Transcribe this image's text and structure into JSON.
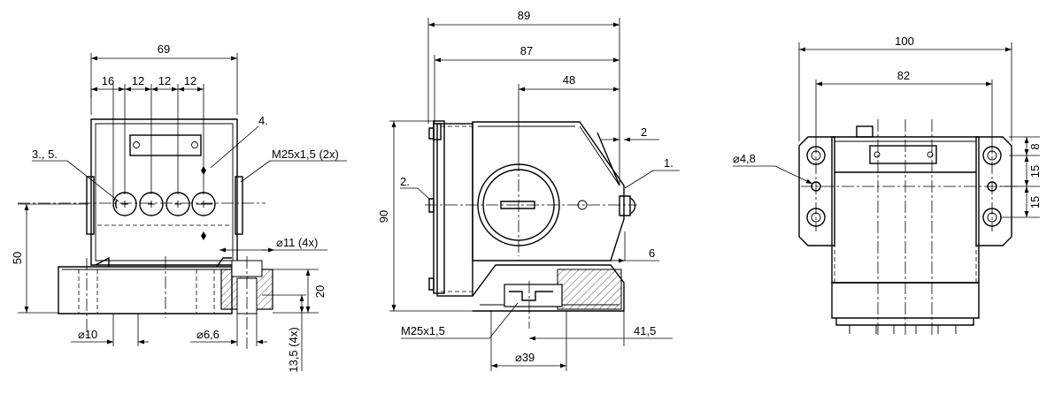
{
  "front_view": {
    "dim_overall_width": "69",
    "dim_spacing": [
      "16",
      "12",
      "12",
      "12"
    ],
    "label_item_4": "4.",
    "label_items_3_5": "3., 5.",
    "thread_callout": "M25x1,5 (2x)",
    "hole_callout": "⌀11 (4x)",
    "dim_height_50": "50",
    "dim_height_20": "20",
    "dim_dia_10": "⌀10",
    "dim_dia_6_6": "⌀6,6",
    "dim_13_5": "13,5 (4x)"
  },
  "side_view": {
    "dim_89": "89",
    "dim_87": "87",
    "dim_48": "48",
    "dim_2_top": "2",
    "label_item_1": "1.",
    "label_item_2": "2.",
    "dim_90": "90",
    "dim_6": "6",
    "thread_callout": "M25x1,5",
    "dim_41_5": "41,5",
    "dim_dia_39": "⌀39"
  },
  "rear_view": {
    "dim_100": "100",
    "dim_82": "82",
    "dim_dia_4_8": "⌀4,8",
    "dim_8": "8",
    "dim_15_a": "15",
    "dim_15_b": "15"
  }
}
